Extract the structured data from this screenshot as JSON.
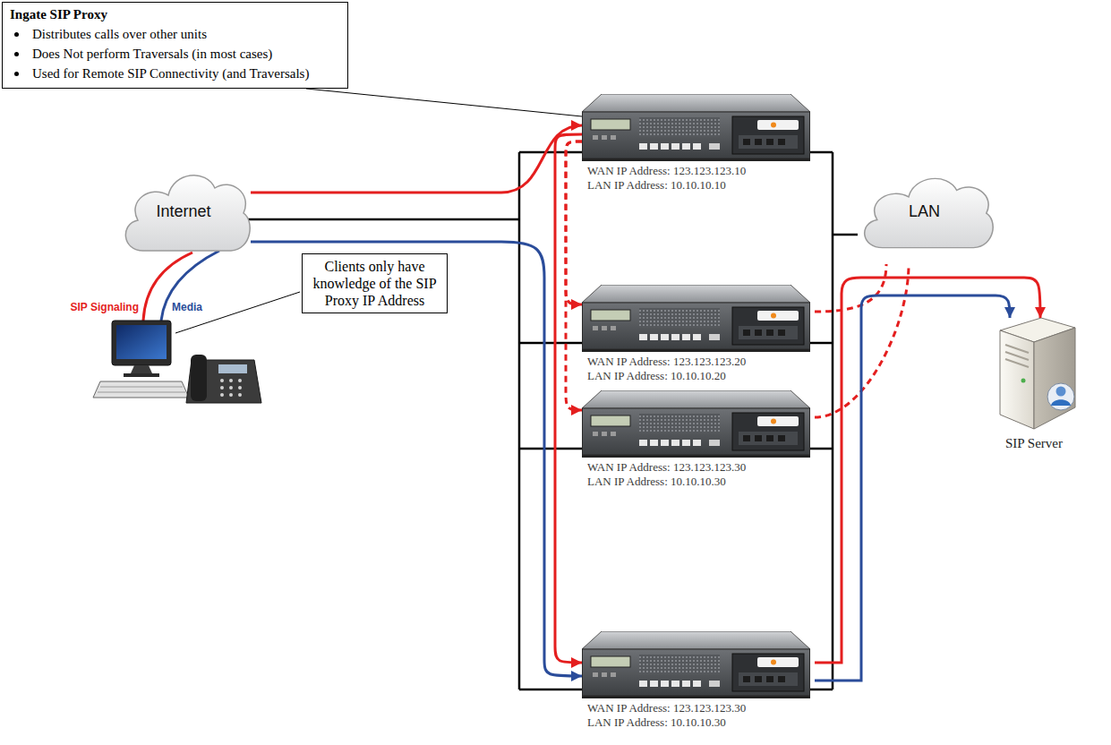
{
  "diagram": {
    "nodes": [
      {
        "text": [
          "Ingate SIP Proxy",
          "Distributes calls over other units",
          "Does Not perform Traversals (in most cases)",
          "Used for Remote SIP Connectivity (and Traversals)"
        ]
      },
      {
        "text": [
          "Internet"
        ]
      },
      {
        "text": [
          "Clients only have knowledge of the SIP Proxy IP Address"
        ]
      },
      {
        "text": [
          "WAN IP Address: 123.123.123.10",
          "LAN IP Address: 10.10.10.10"
        ]
      },
      {
        "text": [
          "WAN IP Address: 123.123.123.20",
          "LAN IP Address: 10.10.10.20"
        ]
      },
      {
        "text": [
          "WAN IP Address: 123.123.123.30",
          "LAN IP Address: 10.10.10.30"
        ]
      },
      {
        "text": [
          "WAN IP Address: 123.123.123.30",
          "LAN IP Address: 10.10.10.30"
        ]
      },
      {
        "text": [
          "LAN"
        ]
      },
      {
        "text": [
          "SIP Server"
        ]
      }
    ],
    "edges": [
      {
        "from": 0,
        "to": 3,
        "arrow": "none"
      },
      {
        "from": 1,
        "to": 3,
        "arrow": "to"
      },
      {
        "from": 3,
        "to": 4,
        "arrow": "to"
      },
      {
        "from": 3,
        "to": 5,
        "arrow": "to"
      },
      {
        "from": 3,
        "to": 6,
        "arrow": "to"
      },
      {
        "from": 1,
        "to": 6,
        "arrow": "to"
      },
      {
        "from": 4,
        "to": 7,
        "arrow": "none"
      },
      {
        "from": 5,
        "to": 7,
        "arrow": "none"
      },
      {
        "from": 6,
        "to": 8,
        "arrow": "to"
      },
      {
        "from": 6,
        "to": 8,
        "arrow": "to"
      }
    ],
    "labels": [
      "SIP Signaling",
      "Media"
    ]
  }
}
